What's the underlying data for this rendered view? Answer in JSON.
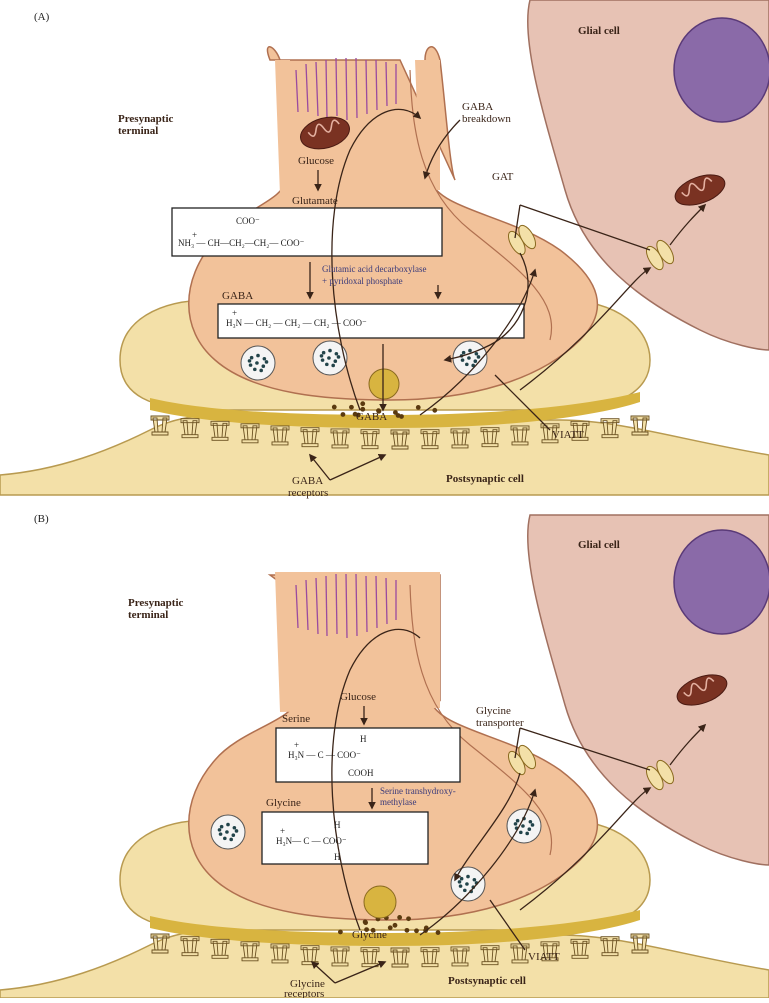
{
  "panels": [
    {
      "id": "A",
      "panel_label": "(A)",
      "glial_cell": "Glial cell",
      "presynaptic": [
        "Presynaptic",
        "terminal"
      ],
      "breakdown": [
        "GABA",
        "breakdown"
      ],
      "transporter": [
        "GAT"
      ],
      "glucose": "Glucose",
      "precursor": "Glutamate",
      "precursor_formula": {
        "top": "COO⁻",
        "main": "NH₃ — CH—CH₂—CH₂— COO⁻",
        "charge": "+"
      },
      "enzyme": [
        "Glutamic acid decarboxylase",
        "+ pyridoxal phosphate"
      ],
      "product": "GABA",
      "product_formula": {
        "main": "H₃N — CH₂ — CH₂ — CH₂ — COO⁻",
        "charge": "+",
        "sub": ""
      },
      "cleft_label": "GABA",
      "viatt": "VIATT",
      "receptors": [
        "GABA",
        "receptors"
      ],
      "postsynaptic": "Postsynaptic cell"
    },
    {
      "id": "B",
      "panel_label": "(B)",
      "glial_cell": "Glial cell",
      "presynaptic": [
        "Presynaptic",
        "terminal"
      ],
      "transporter": [
        "Glycine",
        "transporter"
      ],
      "glucose": "Glucose",
      "precursor": "Serine",
      "precursor_formula": {
        "top": "H",
        "main": "H₃N — C — COO⁻",
        "charge": "+",
        "sub": "COOH"
      },
      "enzyme": [
        "Serine transhydroxy-",
        "methylase"
      ],
      "product": "Glycine",
      "product_formula": {
        "top": "H",
        "main": "H₃N— C — COO⁻",
        "charge": "+",
        "sub": "H"
      },
      "cleft_label": "Glycine",
      "viatt": "VIATT",
      "receptors": [
        "Glycine",
        "receptors"
      ],
      "postsynaptic": "Postsynaptic cell"
    }
  ],
  "colors": {
    "terminal_fill": "#f2c29a",
    "terminal_inner": "#f7d2b0",
    "terminal_edge": "#b07050",
    "glial_fill": "#e7c2b4",
    "glial_edge": "#a07060",
    "nucleus": "#8a6aa8",
    "postsynaptic_fill": "#f3e0a8",
    "postsynaptic_edge": "#b89a50",
    "cleft": "#d8b440",
    "microtubule": "#9a4aa0",
    "mitochondrion": "#7a3222",
    "vesicle_fill": "#f4f4f4",
    "vesicle_dot": "#22444a",
    "arrow": "#3a2418"
  },
  "icons": [
    "mitochondrion-icon",
    "synaptic-vesicle-icon",
    "receptor-icon",
    "transporter-icon",
    "arrow-icon"
  ]
}
